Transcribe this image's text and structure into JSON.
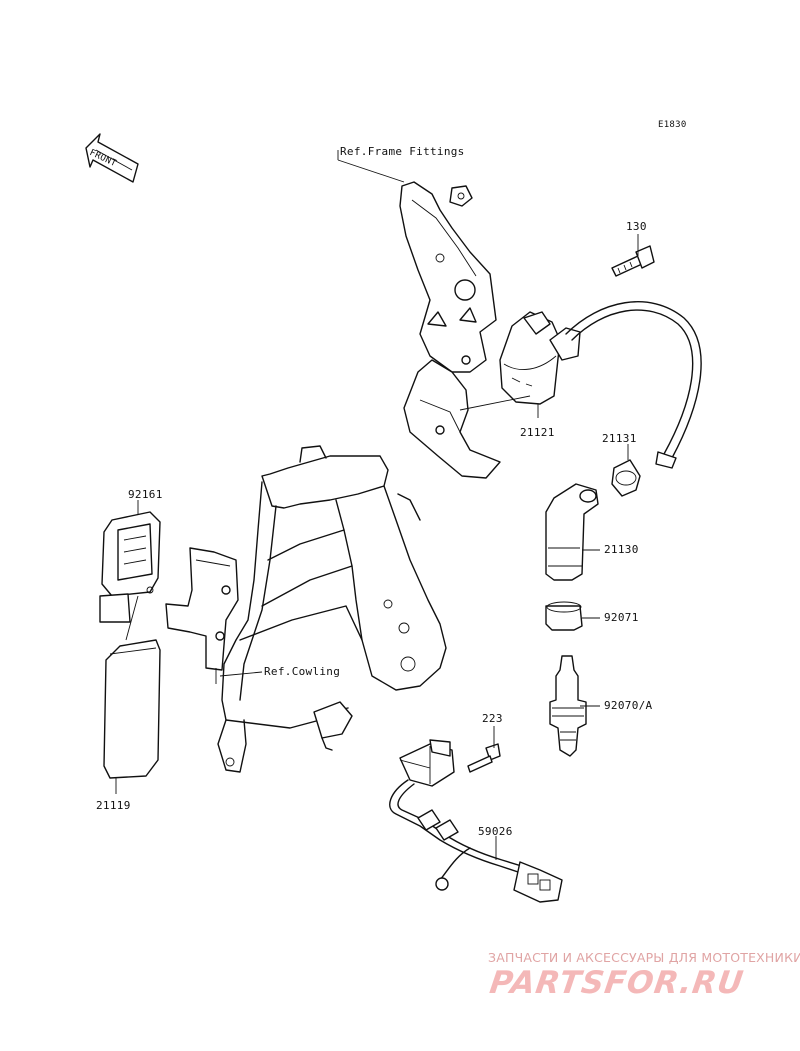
{
  "diagram": {
    "code": "E1830",
    "front_label": "FRONT",
    "refs": {
      "frame_fittings": "Ref.Frame Fittings",
      "cowling": "Ref.Cowling"
    },
    "parts": {
      "p130": "130",
      "p21121": "21121",
      "p21131": "21131",
      "p21130": "21130",
      "p92071": "92071",
      "p92070a": "92070/A",
      "p223": "223",
      "p59026": "59026",
      "p92161": "92161",
      "p21119": "21119"
    }
  },
  "watermark": {
    "tagline": "ЗАПЧАСТИ И АКСЕССУАРЫ ДЛЯ МОТОТЕХНИКИ",
    "logo": "PARTSFOR.RU"
  }
}
